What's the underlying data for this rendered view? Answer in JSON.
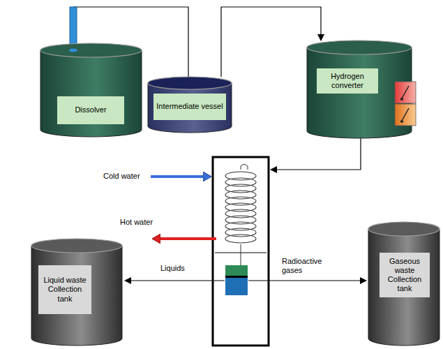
{
  "diagram": {
    "nodes": [
      {
        "text": [
          "Dissolver"
        ]
      },
      {
        "text": [
          "Intermediate vessel"
        ]
      },
      {
        "text": [
          "Hydrogen converter"
        ]
      },
      {
        "text": [
          "Liquid waste Collection tank"
        ]
      },
      {
        "text": [
          "Gaseous waste Collection tank"
        ]
      }
    ],
    "edges": [
      {
        "from": 0,
        "to": 1,
        "arrow": "none"
      },
      {
        "from": 1,
        "to": 2,
        "arrow": "to"
      }
    ],
    "labels": [
      "Cold water",
      "Hot water",
      "Liquids",
      "Radioactive gases"
    ]
  }
}
